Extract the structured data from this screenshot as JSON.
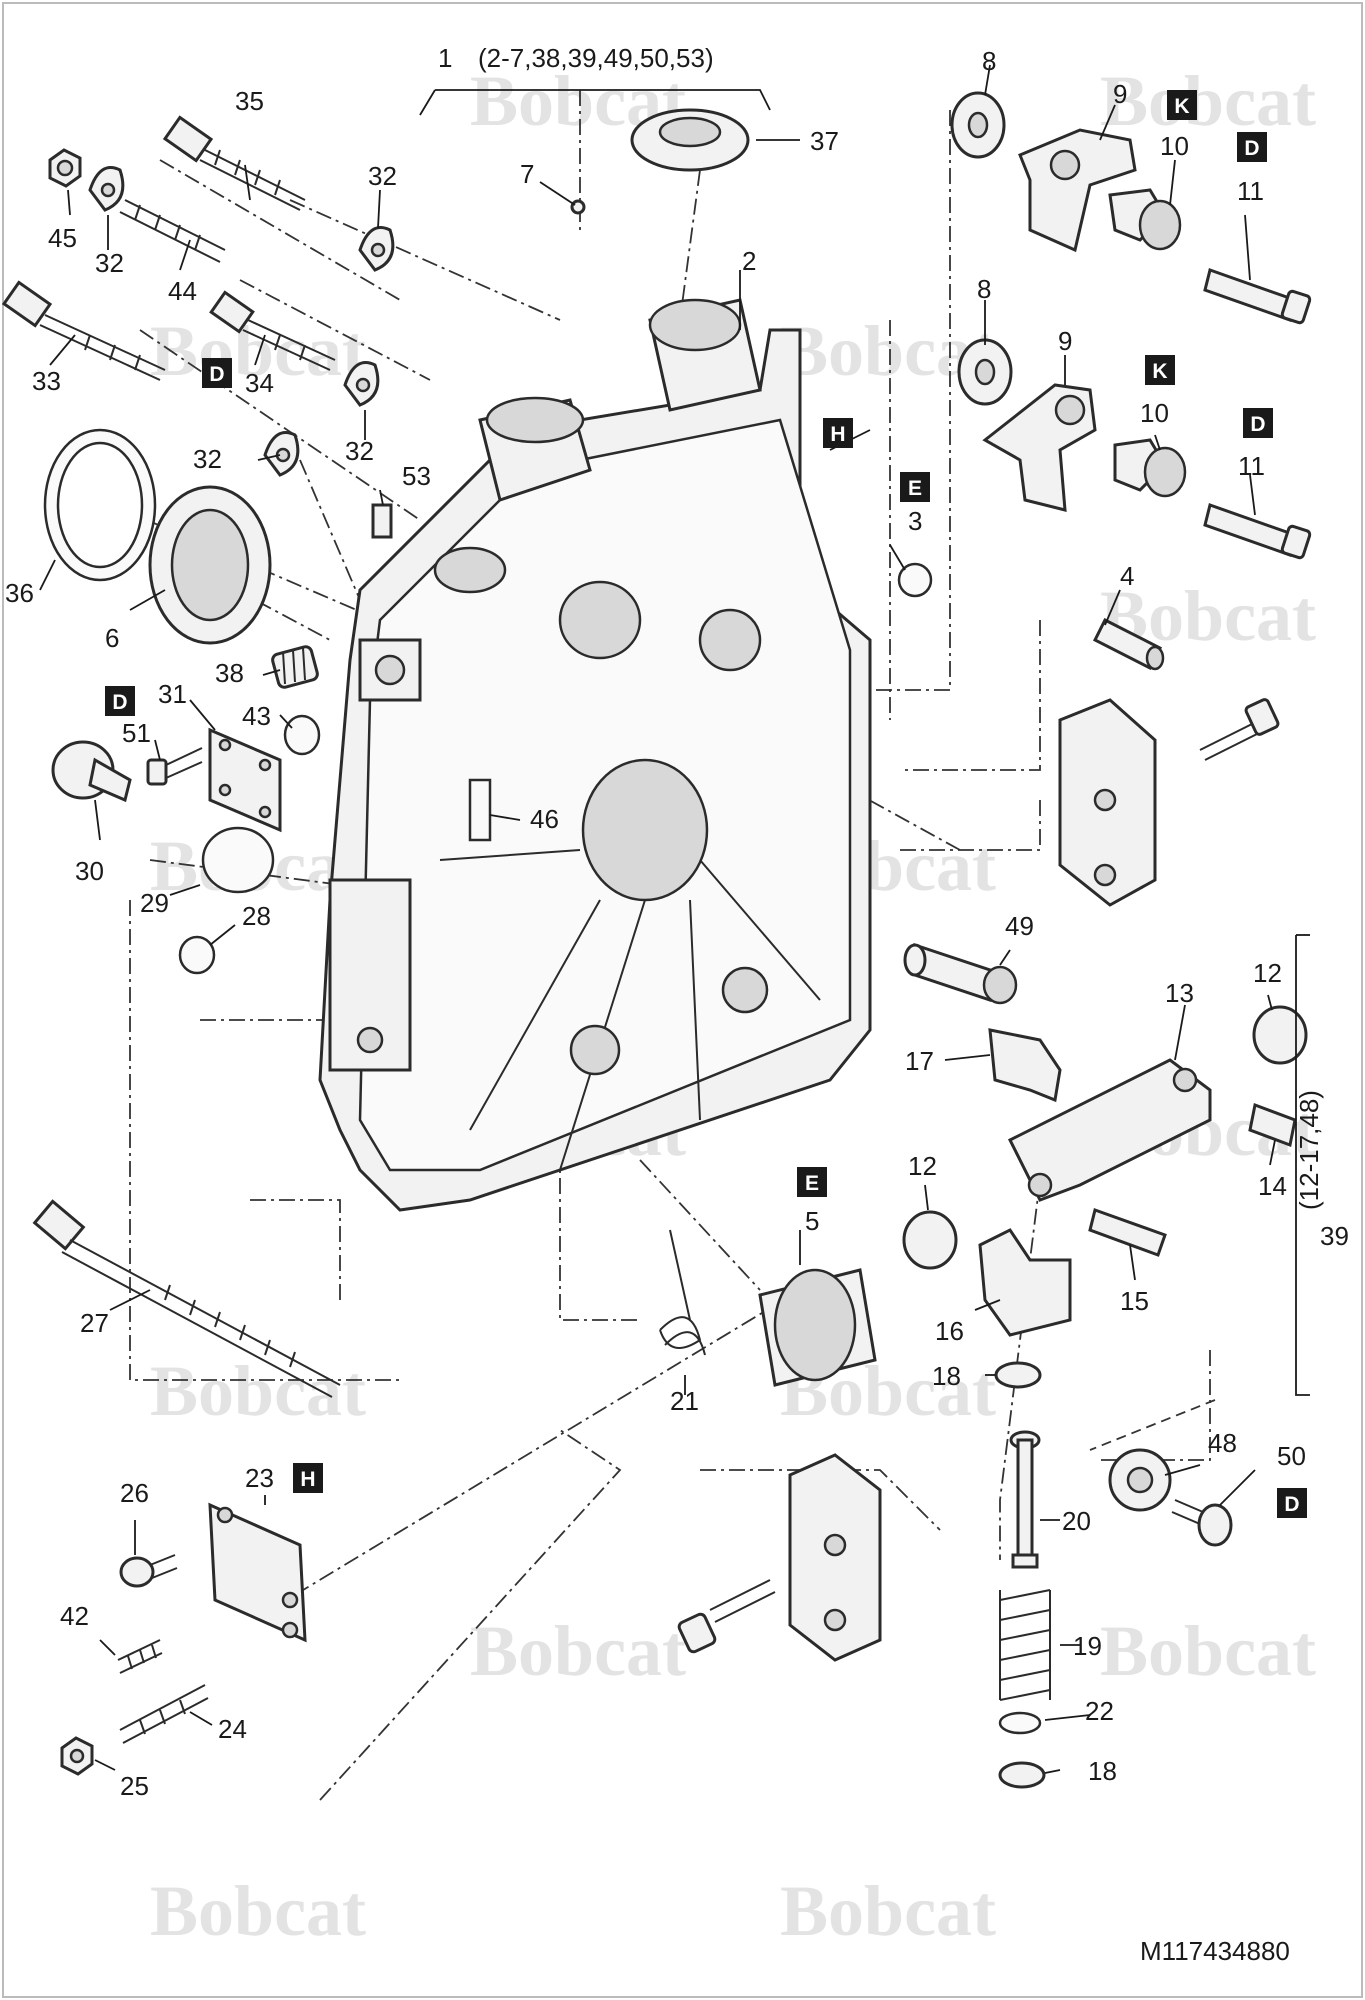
{
  "drawing_number": "M117434880",
  "watermark": "Bobcat",
  "assembly_note": "(2-7,38,39,49,50,53)",
  "subassembly_note": "(12-17,48)",
  "badges": [
    "D",
    "K",
    "E",
    "H"
  ],
  "callouts": {
    "c1": "1",
    "c2": "2",
    "c3": "3",
    "c4": "4",
    "c5": "5",
    "c6": "6",
    "c7": "7",
    "c8a": "8",
    "c8b": "8",
    "c9a": "9",
    "c9b": "9",
    "c10a": "10",
    "c10b": "10",
    "c11a": "11",
    "c11b": "11",
    "c12a": "12",
    "c12b": "12",
    "c13": "13",
    "c14": "14",
    "c15": "15",
    "c16": "16",
    "c17": "17",
    "c18a": "18",
    "c18b": "18",
    "c19": "19",
    "c20": "20",
    "c21": "21",
    "c22": "22",
    "c23": "23",
    "c24": "24",
    "c25": "25",
    "c26": "26",
    "c27": "27",
    "c28": "28",
    "c29": "29",
    "c30": "30",
    "c31": "31",
    "c32a": "32",
    "c32b": "32",
    "c32c": "32",
    "c32d": "32",
    "c33": "33",
    "c34": "34",
    "c35": "35",
    "c36": "36",
    "c37": "37",
    "c38": "38",
    "c39": "39",
    "c42": "42",
    "c43": "43",
    "c44": "44",
    "c45": "45",
    "c46": "46",
    "c48": "48",
    "c49": "49",
    "c50": "50",
    "c51": "51",
    "c53": "53"
  },
  "colors": {
    "line": "#2b2b2b",
    "badge_fill": "#1a1a1a",
    "watermark": "#e3e3e3"
  }
}
